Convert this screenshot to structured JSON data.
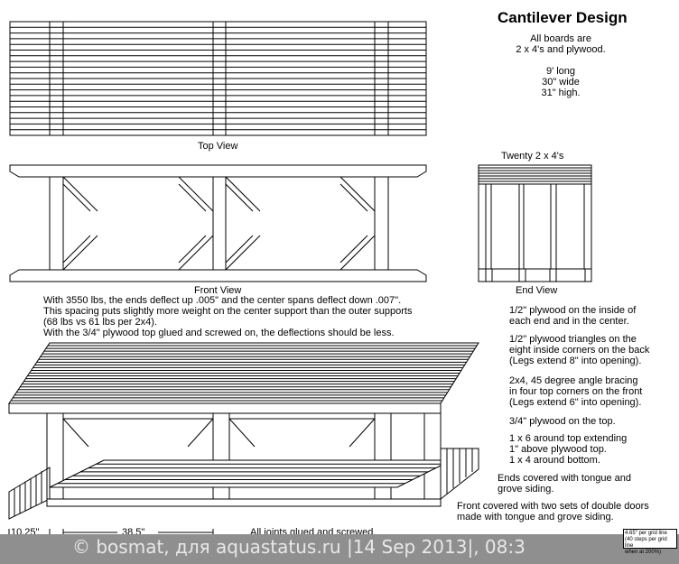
{
  "title": "Cantilever Design",
  "spec_lines": [
    "All boards are",
    "2 x 4's and plywood.",
    "",
    "9' long",
    "30\" wide",
    "31\" high."
  ],
  "views": {
    "top": "Top View",
    "front": "Front View",
    "end_caption": "Twenty 2 x 4's",
    "end": "End View"
  },
  "notes": [
    "With 3550 lbs, the ends deflect up .005\" and the center spans deflect down .007\".",
    "This spacing puts slightly more weight on the center support than the outer supports",
    "(68 lbs vs 61 lbs per 2x4).",
    "With the 3/4\" plywood top glued and screwed on, the deflections should be less."
  ],
  "construction_notes": [
    [
      "1/2\" plywood on the inside of",
      "each end and in the center."
    ],
    [
      "1/2\" plywood triangles on the",
      "eight inside corners on the back",
      "(Legs extend 8\" into opening)."
    ],
    [
      "2x4, 45 degree angle bracing",
      "in four top corners on the front",
      "(Legs extend 6\" into opening)."
    ],
    [
      "3/4\" plywood on the top."
    ],
    [
      "1 x 6 around top extending",
      "1\" above plywood top.",
      "1 x 4 around bottom."
    ],
    [
      "Ends covered with tongue and",
      "grove siding."
    ],
    [
      "Front covered with two sets of double doors",
      "made with tongue and grove siding."
    ]
  ],
  "dimensions": {
    "left": "10.25\"",
    "center": "38.5\"",
    "footer": "All joints glued and screwed."
  },
  "watermark": "© bosmat, для aquastatus.ru |14 Sep 2013|, 08:3",
  "legend_box": [
    "4.65\" per grid line",
    "(40 steps per grid line",
    "when at 200%)"
  ],
  "colors": {
    "line": "#000000",
    "background": "#ffffff",
    "watermark_bar": "#8f8f8f"
  }
}
